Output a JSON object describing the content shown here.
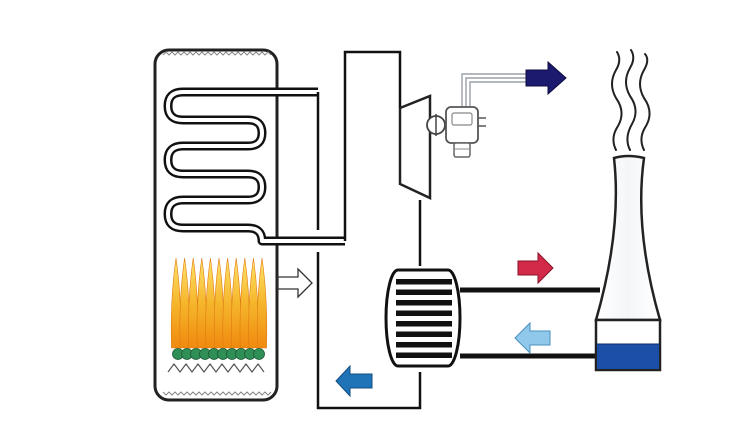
{
  "diagram": {
    "components": [
      {
        "id": "boiler",
        "icon": "boiler-with-coil-and-burner"
      },
      {
        "id": "turbine",
        "icon": "steam-turbine"
      },
      {
        "id": "generator",
        "icon": "electric-generator"
      },
      {
        "id": "condenser",
        "icon": "condenser-heat-exchanger"
      },
      {
        "id": "cooling-tower",
        "icon": "cooling-tower"
      },
      {
        "id": "steam-plume",
        "icon": "steam-plume"
      }
    ],
    "flows": [
      {
        "id": "heat-to-water-loop",
        "icon": "heat-transfer-arrow",
        "color": "#ffffff"
      },
      {
        "id": "electricity-output",
        "icon": "power-output-arrow",
        "color": "#1c1a6e"
      },
      {
        "id": "warm-water-to-tower",
        "icon": "hot-water-arrow",
        "color": "#d42a4a"
      },
      {
        "id": "cool-water-return",
        "icon": "cool-water-arrow",
        "color": "#8fc8ea"
      },
      {
        "id": "condensate-return",
        "icon": "condensate-arrow",
        "color": "#1f74b8"
      }
    ],
    "colors": {
      "pipe": "#111111",
      "flame_outer": "#f5a623",
      "flame_inner": "#ffd84a",
      "burner": "#2f8f57",
      "basin_water": "#1c4fa8",
      "wire": "#9aa0a8"
    }
  }
}
